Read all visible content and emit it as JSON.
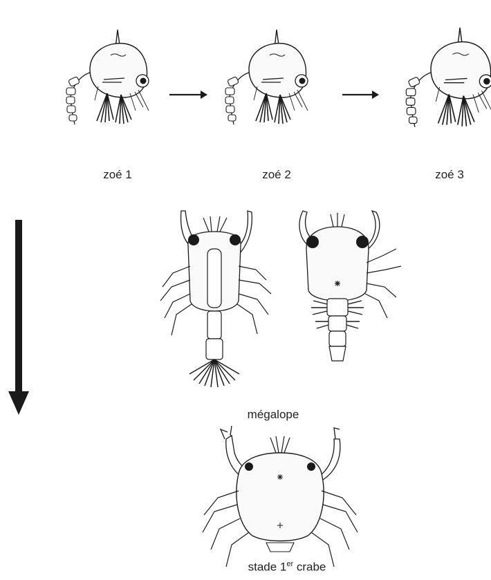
{
  "stages": {
    "zoe1": "zoé 1",
    "zoe2": "zoé 2",
    "zoe3": "zoé 3",
    "megalope": "mégalope",
    "crab_prefix": "stade 1",
    "crab_sup": "er",
    "crab_suffix": " crabe"
  },
  "icons": [
    "zoea-larva-drawing",
    "megalopa-ventral-drawing",
    "megalopa-dorsal-drawing",
    "first-crab-drawing",
    "arrow-right-icon",
    "arrow-down-icon"
  ],
  "colors": {
    "ink": "#1a1a1a",
    "background": "#ffffff"
  }
}
